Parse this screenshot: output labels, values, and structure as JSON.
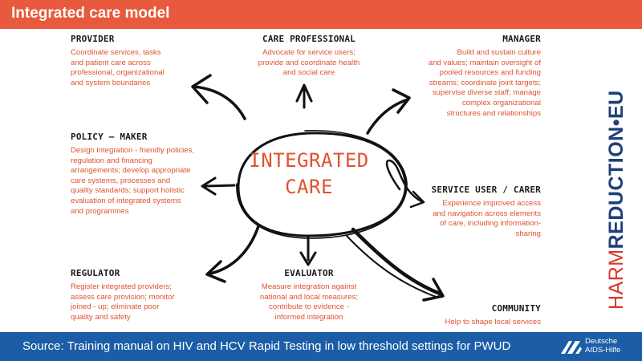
{
  "header": {
    "title": "Integrated care model"
  },
  "center": {
    "line1": "INTEGRATED",
    "line2": "CARE"
  },
  "roles": {
    "provider": {
      "title": "PROVIDER",
      "lines": [
        "Coordinate services, tasks",
        "and patient care across",
        "professional, organizational",
        "and system boundaries"
      ]
    },
    "care_professional": {
      "title": "CARE PROFESSIONAL",
      "lines": [
        "Advocate for service users;",
        "provide and coordinate health",
        "and social care"
      ]
    },
    "manager": {
      "title": "MANAGER",
      "lines": [
        "Build and sustain culture",
        "and values; maintain oversight of",
        "pooled resources and funding",
        "streams; coordinate joint targets;",
        "supervise diverse staff; manage",
        "complex organizational",
        "structures and relationships"
      ]
    },
    "policy_maker": {
      "title": "POLICY – MAKER",
      "lines": [
        "Design integration - friendly policies,",
        "regulation and financing",
        "arrangements; develop appropriate",
        "care systems, processes and",
        "quality standards; support holistic",
        "evaluation of integrated systems",
        "and programmes"
      ]
    },
    "service_user": {
      "title": "SERVICE USER / CARER",
      "lines": [
        "Experience improved access",
        "and navigation across elements",
        "of care, including information-",
        "sharing"
      ]
    },
    "regulator": {
      "title": "REGULATOR",
      "lines": [
        "Register integrated providers;",
        "assess care provision; monitor",
        "joined - up; eliminate poor",
        "quality and safety"
      ]
    },
    "evaluator": {
      "title": "EVALUATOR",
      "lines": [
        "Measure integration against",
        "national and local measures;",
        "contribute to evidence -",
        "informed integration"
      ]
    },
    "community": {
      "title": "COMMUNITY",
      "lines": [
        "Help to shape local services"
      ]
    }
  },
  "brand": {
    "part1": "HARM",
    "part2": "REDUCTION",
    "part3": "•EU",
    "color_dark": "#1f3f7a",
    "color_red": "#d8392b"
  },
  "footer": {
    "source": "Source: Training manual on HIV and HCV Rapid Testing in low threshold settings for PWUD",
    "logo_line1": "Deutsche",
    "logo_line2": "AIDS-Hilfe"
  },
  "colors": {
    "title_bar": "#e8593d",
    "footer_bar": "#1b5da6",
    "accent_text": "#e0522f"
  }
}
